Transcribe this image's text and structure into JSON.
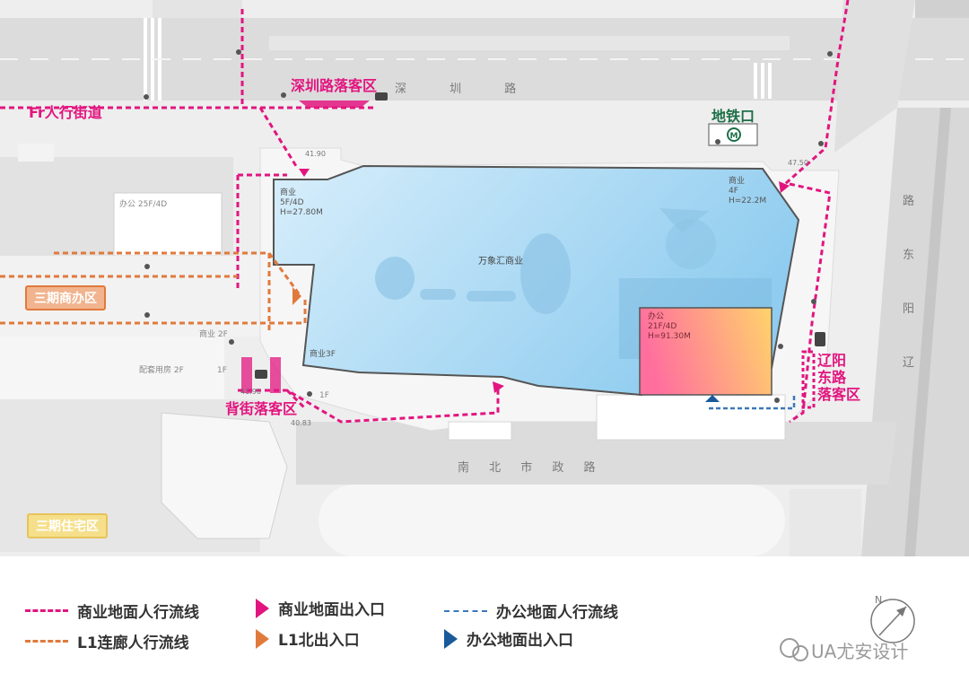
{
  "colors": {
    "commercial_path": "#e2157f",
    "l1_path": "#e07a3c",
    "office_path": "#3a78b8",
    "commercial_entry": "#e2157f",
    "l1_entry": "#e07a3c",
    "office_entry": "#1a5a9a",
    "metro": "#1c6f47",
    "building_blue": "#a9d8f3",
    "office_grad_start": "#ff6f9e",
    "office_grad_end": "#ffd36b"
  },
  "map": {
    "fr_street": "Fr人行街道",
    "shenzhen_dropoff": "深圳路落客区",
    "metro_exit": "地铁口",
    "metro_icon": "metro-icon",
    "liaoyang_dropoff": [
      "辽阳",
      "东路",
      "落客区"
    ],
    "back_street_dropoff": "背街落客区",
    "phase3_office": "三期商办区",
    "phase3_residential": "三期住宅区",
    "road_shenzhen": "深 圳 路",
    "road_nanbei": "南 北 市 政 路",
    "road_liaoyang": [
      "路",
      "东",
      "阳",
      "辽"
    ],
    "mall_name": "万象汇商业",
    "block_commercial_nw": [
      "商业",
      "5F/4D",
      "H=27.80M"
    ],
    "block_commercial_ne": [
      "商业",
      "4F",
      "H=22.2M"
    ],
    "block_commercial_3f": "商业3F",
    "block_office": [
      "办公",
      "21F/4D",
      "H=91.30M"
    ],
    "office_25f": "办公 25F/4D",
    "commercial_2f": "商业 2F",
    "support_2f": "配套用房 2F",
    "label_1f_a": "1F",
    "label_1f_b": "1F",
    "elev_1": "41.90",
    "elev_2": "47.50",
    "elev_3": "41.90",
    "elev_4": "40.83"
  },
  "legend": [
    {
      "label": "商业地面人行流线",
      "type": "line",
      "color": "#e2157f"
    },
    {
      "label": "商业地面出入口",
      "type": "tri",
      "color": "#e2157f"
    },
    {
      "label": "办公地面人行流线",
      "type": "line",
      "color": "#3a78b8"
    },
    {
      "label": "L1连廊人行流线",
      "type": "line",
      "color": "#e07a3c"
    },
    {
      "label": "L1北出入口",
      "type": "tri",
      "color": "#e07a3c"
    },
    {
      "label": "办公地面出入口",
      "type": "tri",
      "color": "#1a5a9a"
    }
  ],
  "watermark": "UA尤安设计",
  "north_arrow_letter": "N"
}
